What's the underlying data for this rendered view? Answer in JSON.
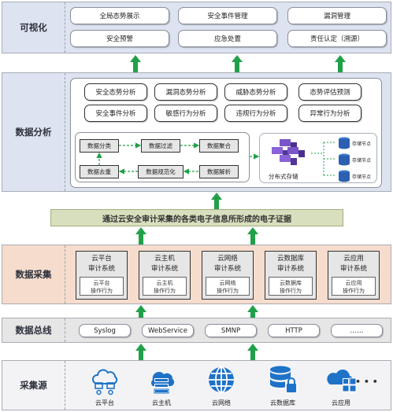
{
  "layers": {
    "visual": "可视化",
    "analysis": "数据分析",
    "collect": "数据采集",
    "bus": "数据总线",
    "source": "采集源"
  },
  "visual_items": [
    "全局态势展示",
    "安全事件管理",
    "漏洞管理",
    "安全预警",
    "应急处置",
    "责任认定（溯源）"
  ],
  "analysis_items": [
    "安全态势分析",
    "漏洞态势分析",
    "威胁态势分析",
    "态势评估预测",
    "安全事件分析",
    "敏感行为分析",
    "违规行为分析",
    "异常行为分析"
  ],
  "flow": {
    "classify": "数据分类",
    "filter": "数据过滤",
    "aggregate": "数据聚合",
    "dedupe": "数据去重",
    "normalize": "数据规范化",
    "parse": "数据解析"
  },
  "storage": {
    "label": "分布式存储",
    "node1": "存储节点",
    "node2": "存储节点",
    "node3": "存储节点"
  },
  "evidence": "通过云安全审计采集的各类电子信息所形成的电子证据",
  "systems": [
    {
      "top1": "云平台",
      "top2": "审计系统",
      "bot1": "云平台",
      "bot2": "操作行为"
    },
    {
      "top1": "云主机",
      "top2": "审计系统",
      "bot1": "云主机",
      "bot2": "操作行为"
    },
    {
      "top1": "云网络",
      "top2": "审计系统",
      "bot1": "云网络",
      "bot2": "操作行为"
    },
    {
      "top1": "云数据库",
      "top2": "审计系统",
      "bot1": "云数据库",
      "bot2": "操作行为"
    },
    {
      "top1": "云应用",
      "top2": "审计系统",
      "bot1": "云应用",
      "bot2": "操作行为"
    }
  ],
  "bus_items": [
    "Syslog",
    "WebService",
    "SMNP",
    "HTTP",
    "……"
  ],
  "sources": [
    "云平台",
    "云主机",
    "云网络",
    "云数据库",
    "云应用"
  ],
  "sources_more": "• • •",
  "colors": {
    "arrow": "#21a04a",
    "icon": "#1e72c8"
  }
}
